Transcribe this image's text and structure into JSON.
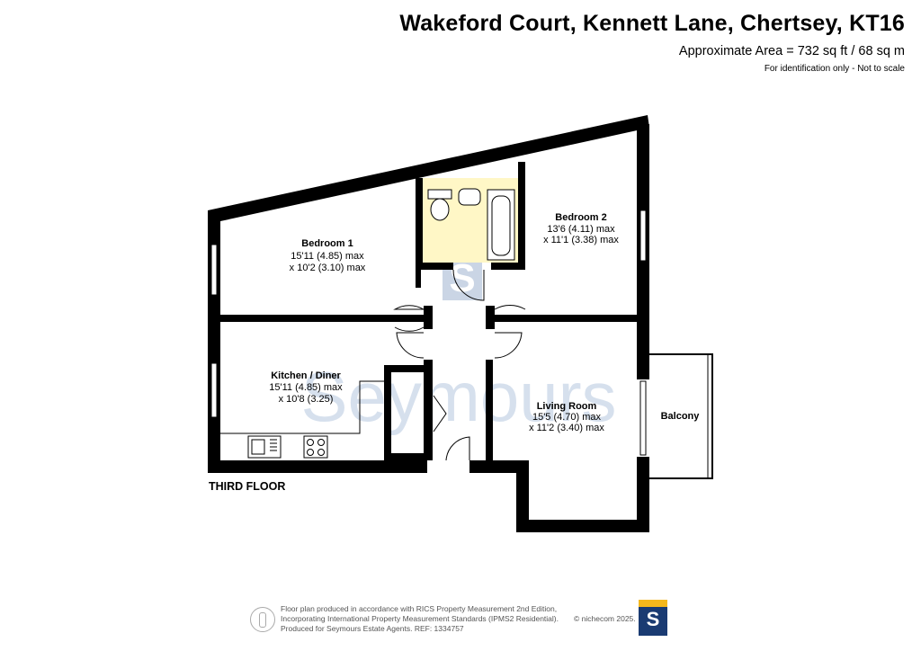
{
  "header": {
    "title": "Wakeford Court, Kennett Lane, Chertsey, KT16",
    "area": "Approximate Area = 732 sq ft / 68 sq m",
    "note": "For identification only - Not to scale"
  },
  "floor_label": "THIRD FLOOR",
  "watermark": "Seymours",
  "rooms": {
    "bedroom1": {
      "name": "Bedroom 1",
      "dim1": "15'11 (4.85) max",
      "dim2": "x 10'2 (3.10) max"
    },
    "bedroom2": {
      "name": "Bedroom 2",
      "dim1": "13'6 (4.11) max",
      "dim2": "x 11'1 (3.38) max"
    },
    "kitchen": {
      "name": "Kitchen / Diner",
      "dim1": "15'11 (4.85) max",
      "dim2": "x 10'8 (3.25)"
    },
    "living": {
      "name": "Living Room",
      "dim1": "15'5 (4.70) max",
      "dim2": "x 11'2 (3.40) max"
    },
    "balcony": {
      "name": "Balcony"
    }
  },
  "footer": {
    "line1": "Floor plan produced in accordance with RICS Property Measurement 2nd Edition,",
    "line2": "Incorporating International Property Measurement Standards (IPMS2 Residential).",
    "line3": "Produced for Seymours Estate Agents.   REF: 1334757",
    "copyright": "© nichecom 2025."
  },
  "logo_letter": "S",
  "colors": {
    "wall": "#000000",
    "bathroom_fill": "#fff7c6",
    "watermark": "#c9d6e8",
    "logo_blue": "#1a3b72",
    "logo_yellow": "#f5b81c"
  }
}
